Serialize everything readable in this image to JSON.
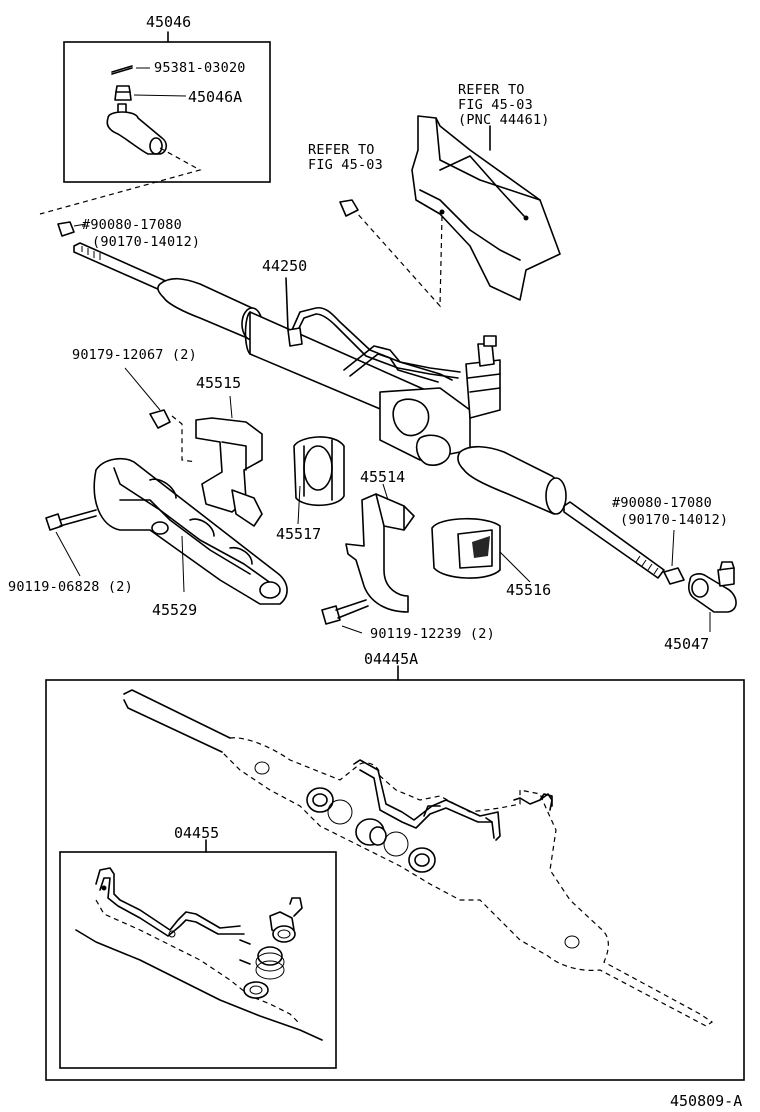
{
  "labels": {
    "kit_45046": "45046",
    "pin_95381": "95381-03020",
    "nut_45046A": "45046A",
    "refer_right_1": "REFER TO",
    "refer_right_2": "FIG 45-03",
    "refer_right_3": "(PNC 44461)",
    "refer_left_1": "REFER TO",
    "refer_left_2": "FIG 45-03",
    "nut_left_1": "#90080-17080",
    "nut_left_2": "(90170-14012)",
    "rack_44250": "44250",
    "nut_90179": "90179-12067 (2)",
    "bracket_45515": "45515",
    "bracket_45514": "45514",
    "nut_right_1": "#90080-17080",
    "nut_right_2": "(90170-14012)",
    "grommet_45517": "45517",
    "grommet_45516": "45516",
    "bolt_90119_06828": "90119-06828 (2)",
    "cover_45529": "45529",
    "bolt_90119_12239": "90119-12239 (2)",
    "end_45047": "45047",
    "kit_04445A": "04445A",
    "kit_04455": "04455",
    "figure_code": "450809-A"
  }
}
